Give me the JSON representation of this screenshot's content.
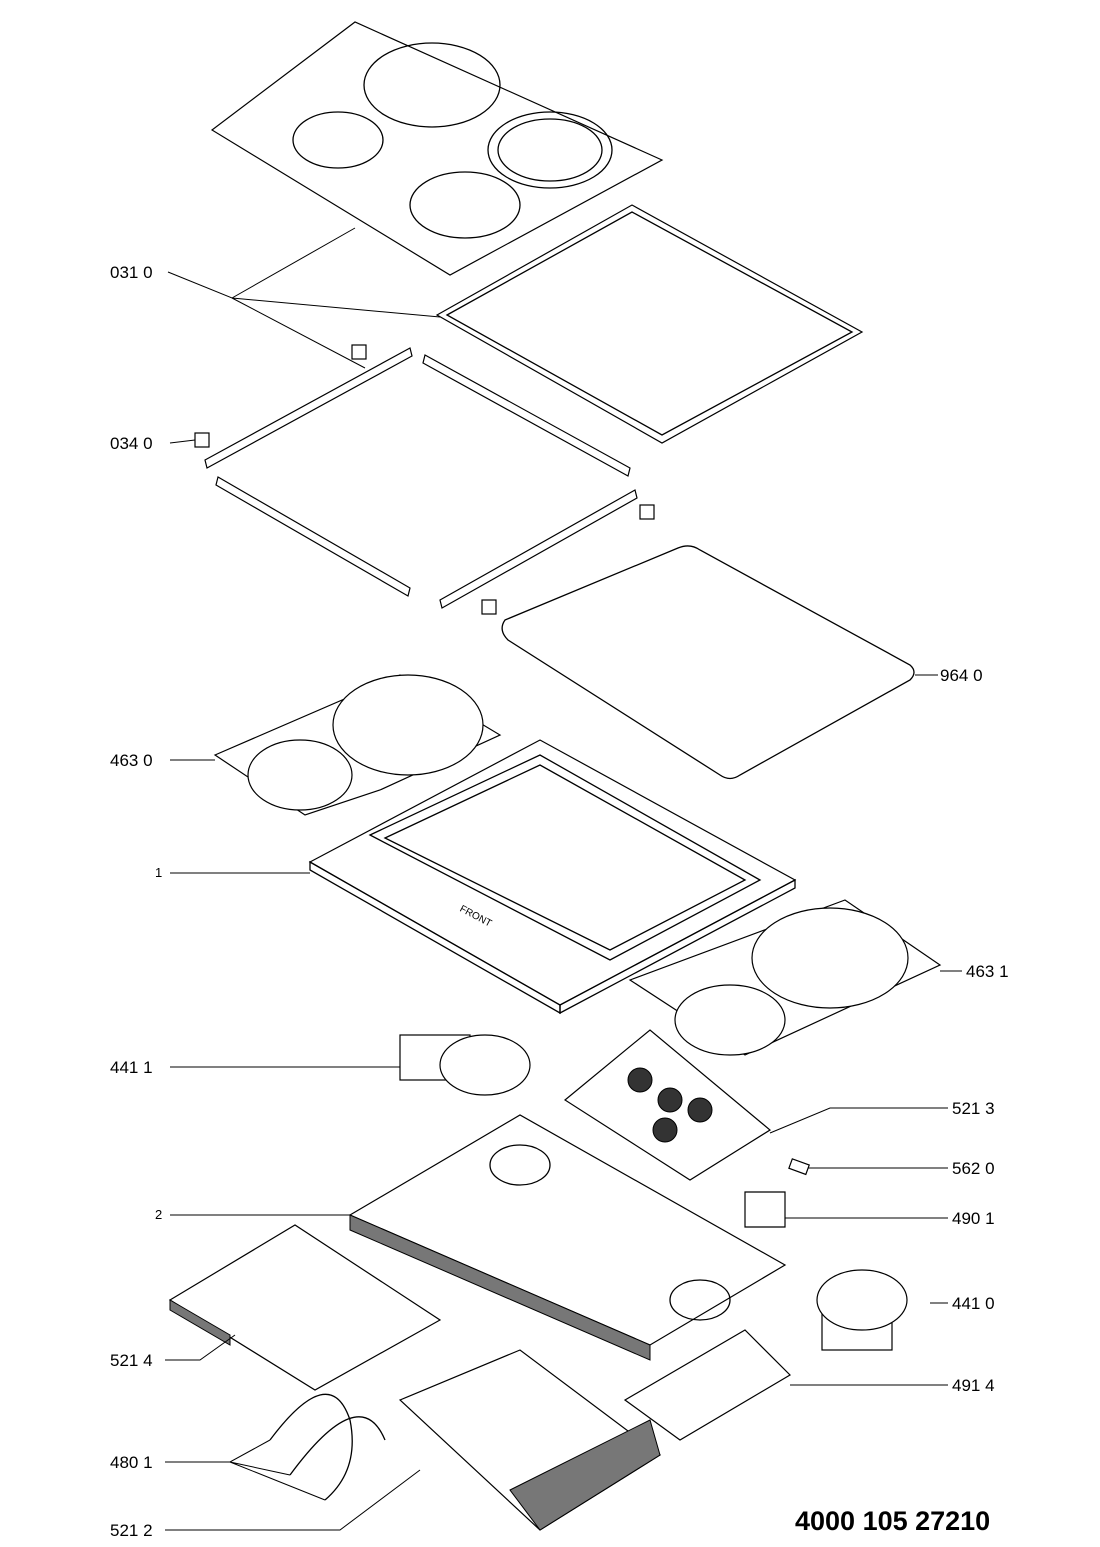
{
  "diagram": {
    "document_number": "4000 105 27210",
    "callouts": [
      {
        "id": "031-0",
        "text": "031 0"
      },
      {
        "id": "034-0",
        "text": "034 0"
      },
      {
        "id": "964-0",
        "text": "964 0"
      },
      {
        "id": "463-0",
        "text": "463 0"
      },
      {
        "id": "1",
        "text": "1"
      },
      {
        "id": "463-1",
        "text": "463 1"
      },
      {
        "id": "441-1",
        "text": "441 1"
      },
      {
        "id": "521-3",
        "text": "521 3"
      },
      {
        "id": "562-0",
        "text": "562 0"
      },
      {
        "id": "2",
        "text": "2"
      },
      {
        "id": "490-1",
        "text": "490 1"
      },
      {
        "id": "441-0",
        "text": "441 0"
      },
      {
        "id": "521-4",
        "text": "521 4"
      },
      {
        "id": "491-4",
        "text": "491 4"
      },
      {
        "id": "480-1",
        "text": "480 1"
      },
      {
        "id": "521-2",
        "text": "521 2"
      }
    ],
    "embossed_text": "FRONT"
  }
}
